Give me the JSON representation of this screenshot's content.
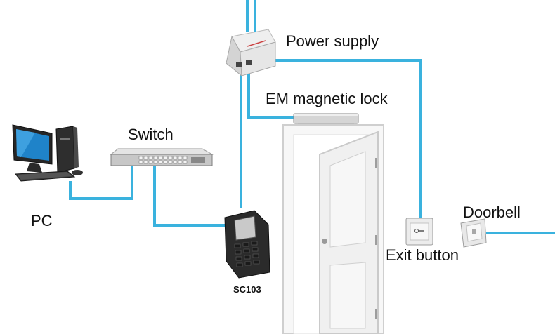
{
  "labels": {
    "power_supply": "Power supply",
    "em_lock": "EM magnetic lock",
    "switch": "Switch",
    "pc": "PC",
    "doorbell": "Doorbell",
    "exit_button": "Exit button",
    "reader_model": "SC103"
  },
  "colors": {
    "wire": "#3ab2de",
    "device": "#dcdcdc",
    "door": "#f4f4f4",
    "reader": "#2a2a2a"
  },
  "icons": [
    "pc-icon",
    "switch-icon",
    "power-supply-icon",
    "magnetic-lock-icon",
    "door-icon",
    "access-reader-icon",
    "exit-button-icon",
    "doorbell-icon"
  ]
}
